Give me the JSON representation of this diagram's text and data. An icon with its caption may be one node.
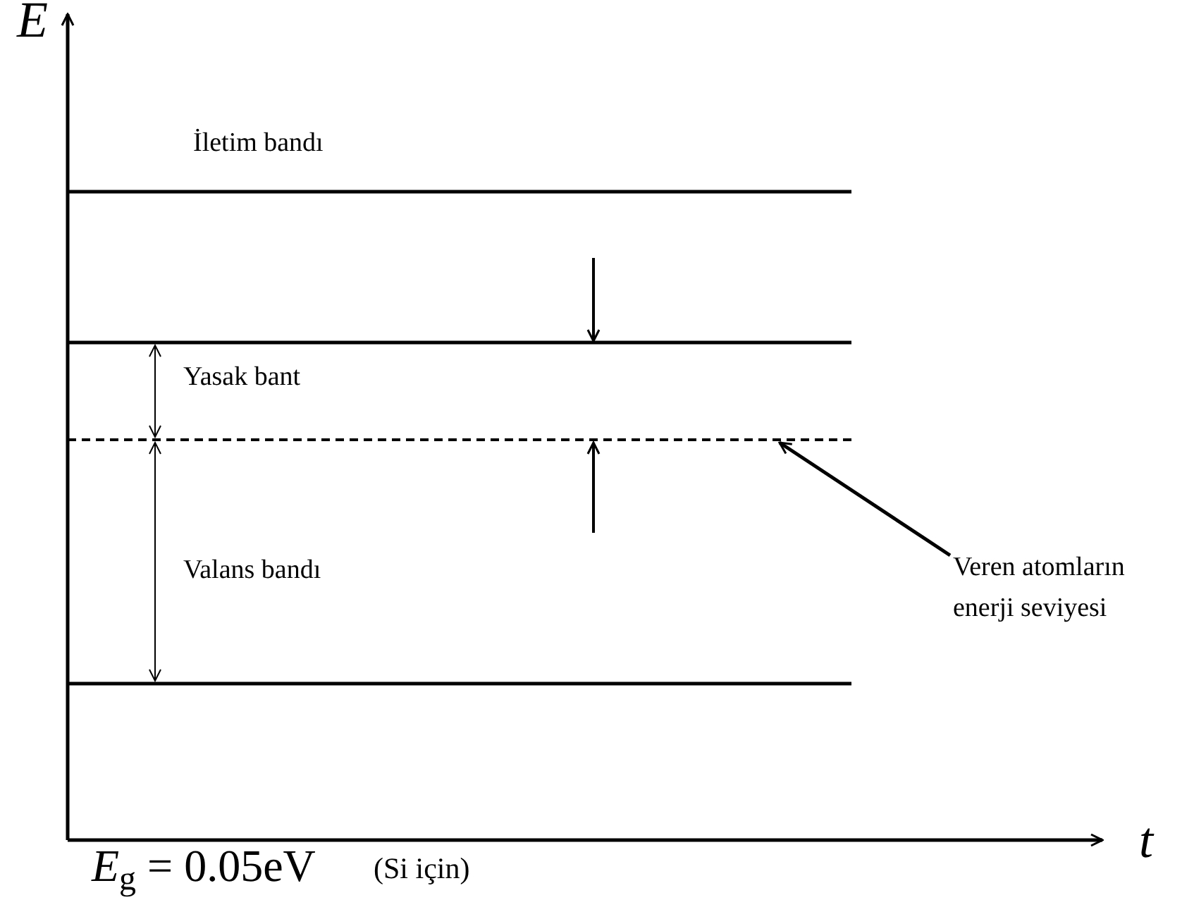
{
  "diagram": {
    "nodes": [
      {
        "text": [
          "Veren atomların enerji seviyesi"
        ]
      },
      {
        "text": [],
        "shape": "bar"
      }
    ],
    "edges": [
      {
        "from": 0,
        "to": 1,
        "arrow": "to"
      }
    ],
    "labels": [
      "E",
      "İletim bandı",
      "Yasak bant",
      "Valans bandı",
      "t",
      "*E*$_{g}$ = 0.05eV",
      "(Si için)"
    ]
  }
}
